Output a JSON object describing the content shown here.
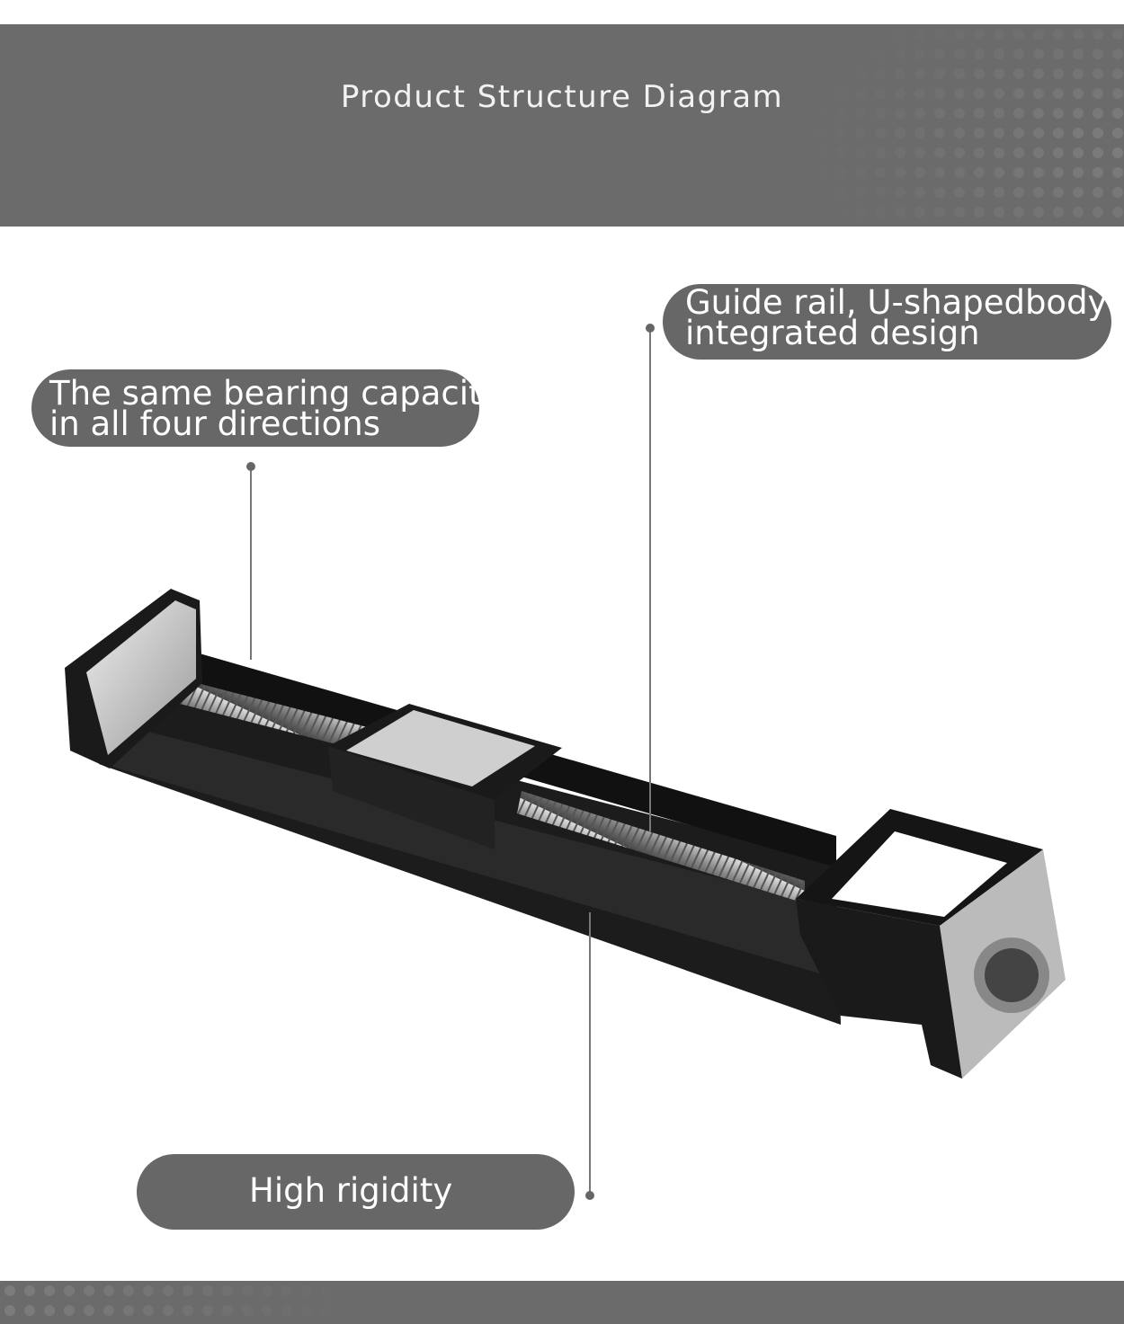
{
  "header": {
    "title": "Product Structure Diagram"
  },
  "callouts": [
    {
      "lines": [
        "The same bearing capacity",
        "in all four directions"
      ]
    },
    {
      "lines": [
        "Guide rail, U-shapedbody",
        "integrated design"
      ]
    },
    {
      "lines": [
        "High rigidity"
      ]
    }
  ],
  "colors": {
    "band": "#6b6b6b",
    "pill": "#676767",
    "text": "#ffffff"
  }
}
